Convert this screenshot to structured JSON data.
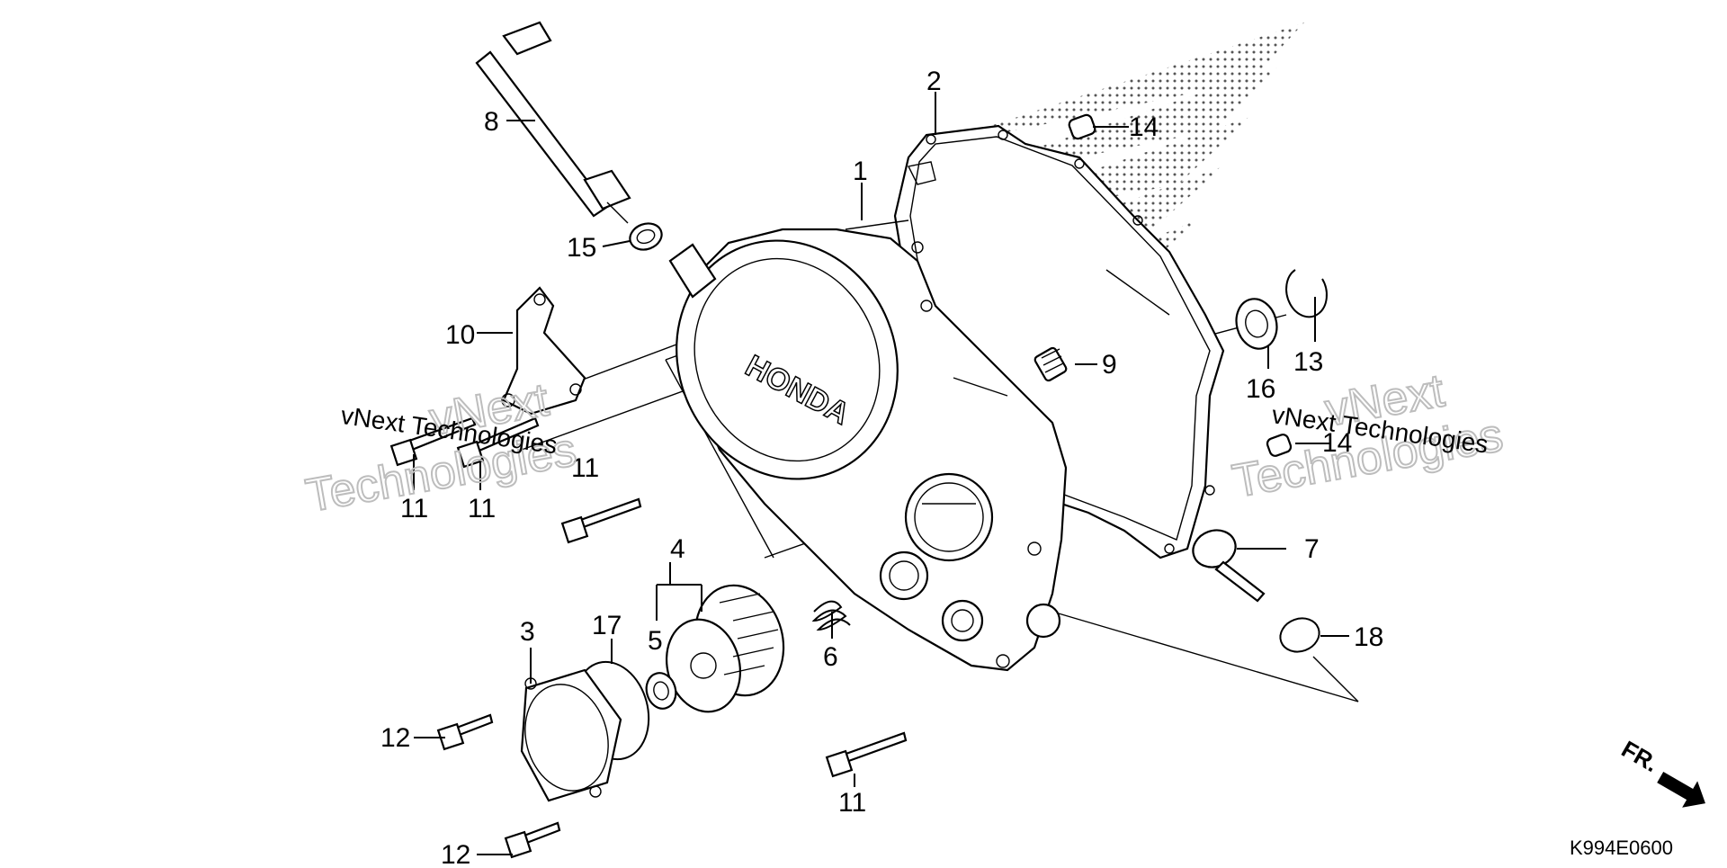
{
  "diagram": {
    "labels": {
      "p1": "1",
      "p2": "2",
      "p3": "3",
      "p4": "4",
      "p5": "5",
      "p6": "6",
      "p7": "7",
      "p8": "8",
      "p9": "9",
      "p10": "10",
      "p11a": "11",
      "p11b": "11",
      "p11c": "11",
      "p11d": "11",
      "p12a": "12",
      "p12b": "12",
      "p13": "13",
      "p14a": "14",
      "p14b": "14",
      "p15": "15",
      "p16": "16",
      "p17": "17",
      "p18": "18"
    },
    "cover_logo": "HONDA",
    "diagram_code": "K994E0600",
    "direction_mark": "FR."
  },
  "watermark": {
    "brand_line1": "vNext",
    "brand_line2": "Technologies",
    "brand_inline": "vNext Technologies"
  }
}
